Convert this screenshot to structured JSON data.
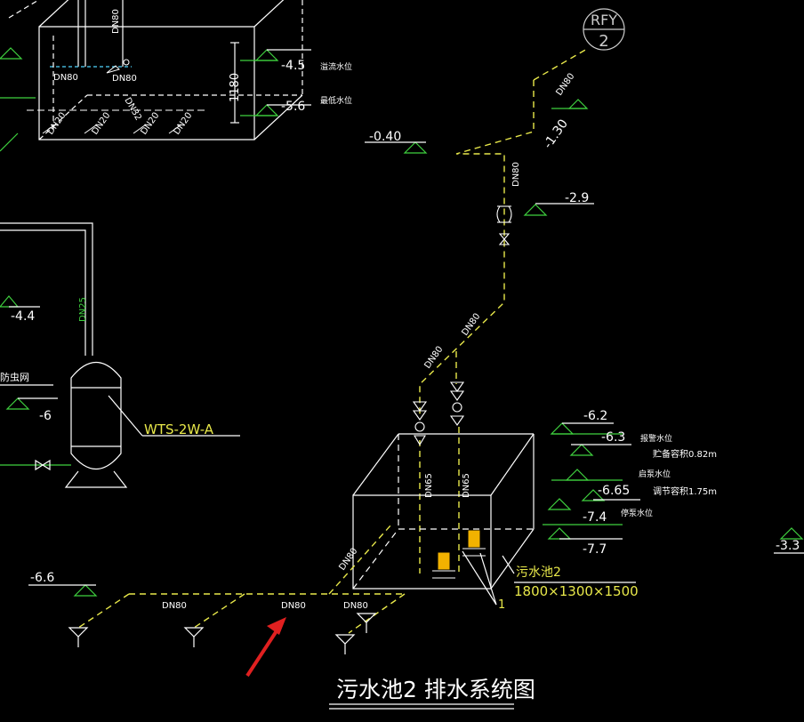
{
  "colors": {
    "background": "#000000",
    "line_white": "#ffffff",
    "pipe_yellow": "#e8e84a",
    "level_green": "#3fd13f",
    "text_white": "#ffffff",
    "pump_orange": "#f2b200",
    "arrow_red": "#e02020",
    "bubble": "#cccccc"
  },
  "labels": {
    "rfy_top": "RFY",
    "rfy_num": "2",
    "title": "污水池2 排水系统图",
    "tank2_name": "污水池2",
    "tank2_size": "1800×1300×1500",
    "pump_tag": "1",
    "equipment": "WTS-2W-A",
    "dim_1180": "1180",
    "insect_net": "防虫网"
  },
  "top_tank": {
    "pipe_labels": [
      "DN80",
      "DN80",
      "DN32",
      "DN20",
      "DN20",
      "DN20",
      "DN20"
    ],
    "levels": [
      {
        "value": "-4.5",
        "note": "溢流水位"
      },
      {
        "value": "-5.6",
        "note": "最低水位"
      }
    ]
  },
  "riser": {
    "dn_labels": [
      "DN80",
      "DN80",
      "DN80",
      "DN65",
      "DN65",
      "DN80"
    ],
    "levels": [
      "-0.40",
      "-1.30",
      "-2.9"
    ]
  },
  "tank2_levels": [
    {
      "value": "-6.2",
      "note": ""
    },
    {
      "value": "-6.3",
      "note": "报警水位"
    },
    {
      "value": "",
      "note": "贮备容积0.82m"
    },
    {
      "value": "-6.65",
      "note": "启泵水位"
    },
    {
      "value": "",
      "note": "调节容积1.75m"
    },
    {
      "value": "-7.4",
      "note": "停泵水位"
    },
    {
      "value": "-7.7",
      "note": ""
    }
  ],
  "left_levels": [
    "-4.4",
    "-6",
    "-6.6"
  ],
  "right_level": "-3.3",
  "left_dn": "DN25",
  "bottom_dn": [
    "DN80",
    "DN80",
    "DN80"
  ]
}
